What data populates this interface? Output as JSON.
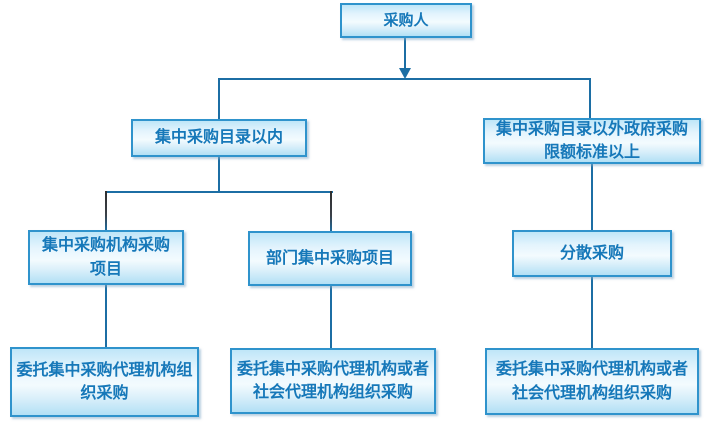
{
  "diagram": {
    "type": "flowchart",
    "background": "#ffffff",
    "nodes": {
      "purchaser": {
        "label": "采购人"
      },
      "within_catalog": {
        "label": "集中采购目录以内"
      },
      "outside_catalog": {
        "label": "集中采购目录以外政府采购限额标准以上"
      },
      "central_agency_project": {
        "label": "集中采购机构采购项目"
      },
      "dept_central_project": {
        "label": "部门集中采购项目"
      },
      "decentralized": {
        "label": "分散采购"
      },
      "entrust_central_agency": {
        "label": "委托集中采购代理机构组织采购"
      },
      "entrust_central_or_social_left": {
        "label": "委托集中采购代理机构或者社会代理机构组织采购"
      },
      "entrust_central_or_social_right": {
        "label": "委托集中采购代理机构或者社会代理机构组织采购"
      }
    },
    "edges": [
      {
        "from": "purchaser",
        "to": "within_catalog",
        "style": "elbow-arrow"
      },
      {
        "from": "purchaser",
        "to": "outside_catalog",
        "style": "elbow-arrow"
      },
      {
        "from": "within_catalog",
        "to": "central_agency_project",
        "style": "elbow"
      },
      {
        "from": "within_catalog",
        "to": "dept_central_project",
        "style": "elbow"
      },
      {
        "from": "outside_catalog",
        "to": "decentralized",
        "style": "straight"
      },
      {
        "from": "central_agency_project",
        "to": "entrust_central_agency",
        "style": "straight"
      },
      {
        "from": "dept_central_project",
        "to": "entrust_central_or_social_left",
        "style": "straight"
      },
      {
        "from": "decentralized",
        "to": "entrust_central_or_social_right",
        "style": "straight"
      }
    ],
    "colors": {
      "node_border": "#2f93cc",
      "node_text": "#1678b9",
      "node_fill_top": "#bfe6f8",
      "node_fill_middle": "#f3fbfe",
      "node_fill_bottom": "#b2e0f5",
      "connector_blue": "#1c6ea4",
      "connector_dark": "#2e2e2e"
    }
  }
}
